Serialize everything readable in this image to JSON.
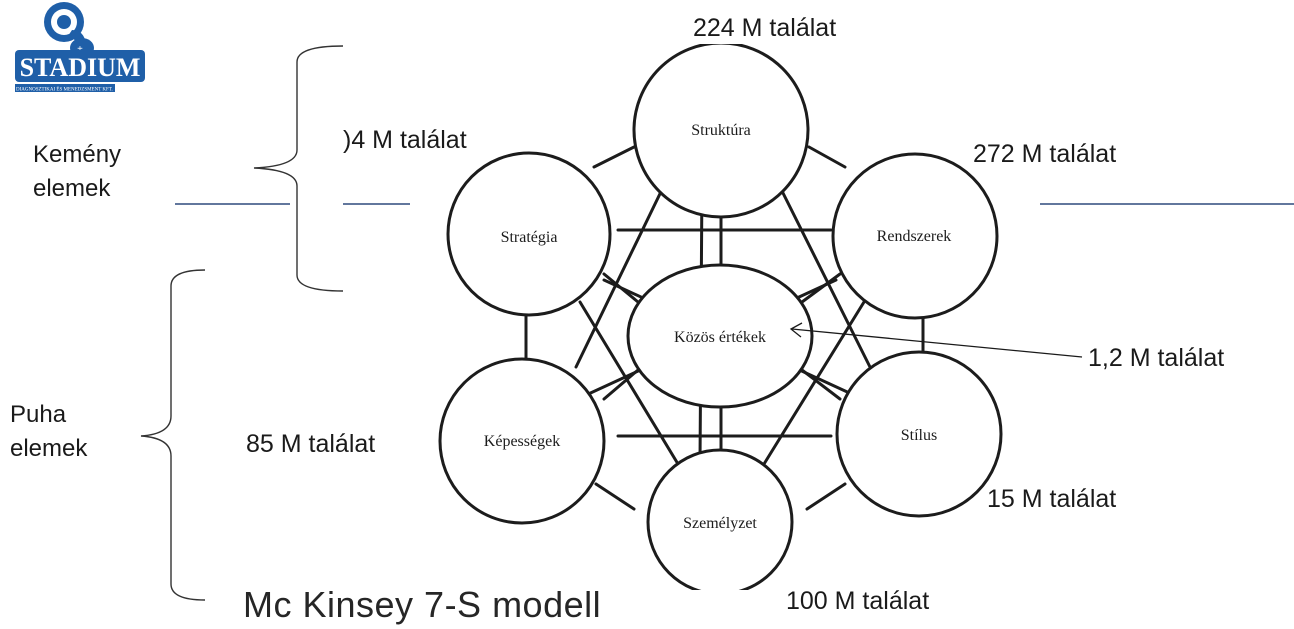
{
  "logo": {
    "text": "STADIUM",
    "subtext": "DIAGNOSZTIKAI ÉS MENEDZSMENT KFT."
  },
  "groups": {
    "hard": {
      "line1": "Kemény",
      "line2": "elemek"
    },
    "soft": {
      "line1": "Puha",
      "line2": "elemek"
    }
  },
  "nodes": {
    "structure": "Struktúra",
    "strategy": "Stratégia",
    "systems": "Rendszerek",
    "shared_values": "Közös értékek",
    "skills": "Képességek",
    "style": "Stílus",
    "staff": "Személyzet"
  },
  "hits": {
    "structure": "224 M találat",
    "strategy": ")4 M találat",
    "systems": "272 M találat",
    "shared_values": "1,2 M találat",
    "skills": "85 M találat",
    "style": "15 M találat",
    "staff": "100 M találat"
  },
  "title": "Mc Kinsey 7-S modell",
  "colors": {
    "divider": "#2e4a7d",
    "logo_blue": "#1f5fa8"
  }
}
